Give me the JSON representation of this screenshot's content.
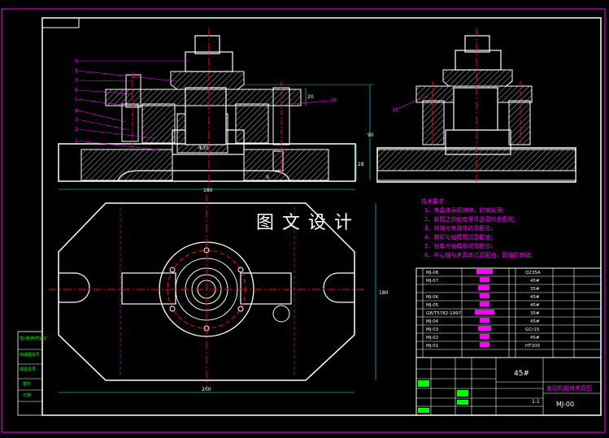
{
  "watermark": "图文设计",
  "tech_req": {
    "title": "技术要求:",
    "lines": [
      "1、夹具体采用铸铁，时效处理;",
      "2、装配之前检查零件是否符合图纸;",
      "3、挡销与夹具体过盈配合;",
      "4、螺钉与钻模板过盈配合;",
      "5、钻套与钻模板过盈配合;",
      "6、中心轴与夹具体过盈配合，圆轴防转销;"
    ]
  },
  "dims": {
    "front_width": "180",
    "front_height": "90",
    "front_base": "28",
    "bore": "Φ30",
    "bottom_small": "9",
    "top_right": "20",
    "top_width": "200",
    "top_height": "180"
  },
  "balloons": [
    "9",
    "8",
    "7",
    "6",
    "5",
    "4",
    "3",
    "2",
    "1",
    "10",
    "11"
  ],
  "parts_table": {
    "rows": [
      {
        "code": "MJ-08",
        "mat": "Q235A"
      },
      {
        "code": "MJ-07",
        "mat": "45#"
      },
      {
        "code": "",
        "mat": "35#"
      },
      {
        "code": "MJ-06",
        "mat": "45#"
      },
      {
        "code": "MJ-05",
        "mat": "45#"
      },
      {
        "code": "GB/T5782-1997",
        "mat": "35#"
      },
      {
        "code": "MJ-04",
        "mat": "45#"
      },
      {
        "code": "MJ-03",
        "mat": "GCr15"
      },
      {
        "code": "MJ-02",
        "mat": "45#"
      },
      {
        "code": "MJ-01",
        "mat": "HT200"
      }
    ]
  },
  "title_block": {
    "material": "45#",
    "drawing_name": "发动机机体夹具图",
    "drawing_no": "MJ-00",
    "scale": "1:1"
  },
  "side_stamps": [
    "借(通)用件登记",
    "旧底图总号",
    "底图总号",
    "签字",
    "日期"
  ],
  "colors": {
    "line": "#ffffff",
    "center": "#ff0000",
    "dim": "#00ffff",
    "hidden": "#ff00ff",
    "yellow": "#ffff00",
    "green": "#00ff00"
  }
}
